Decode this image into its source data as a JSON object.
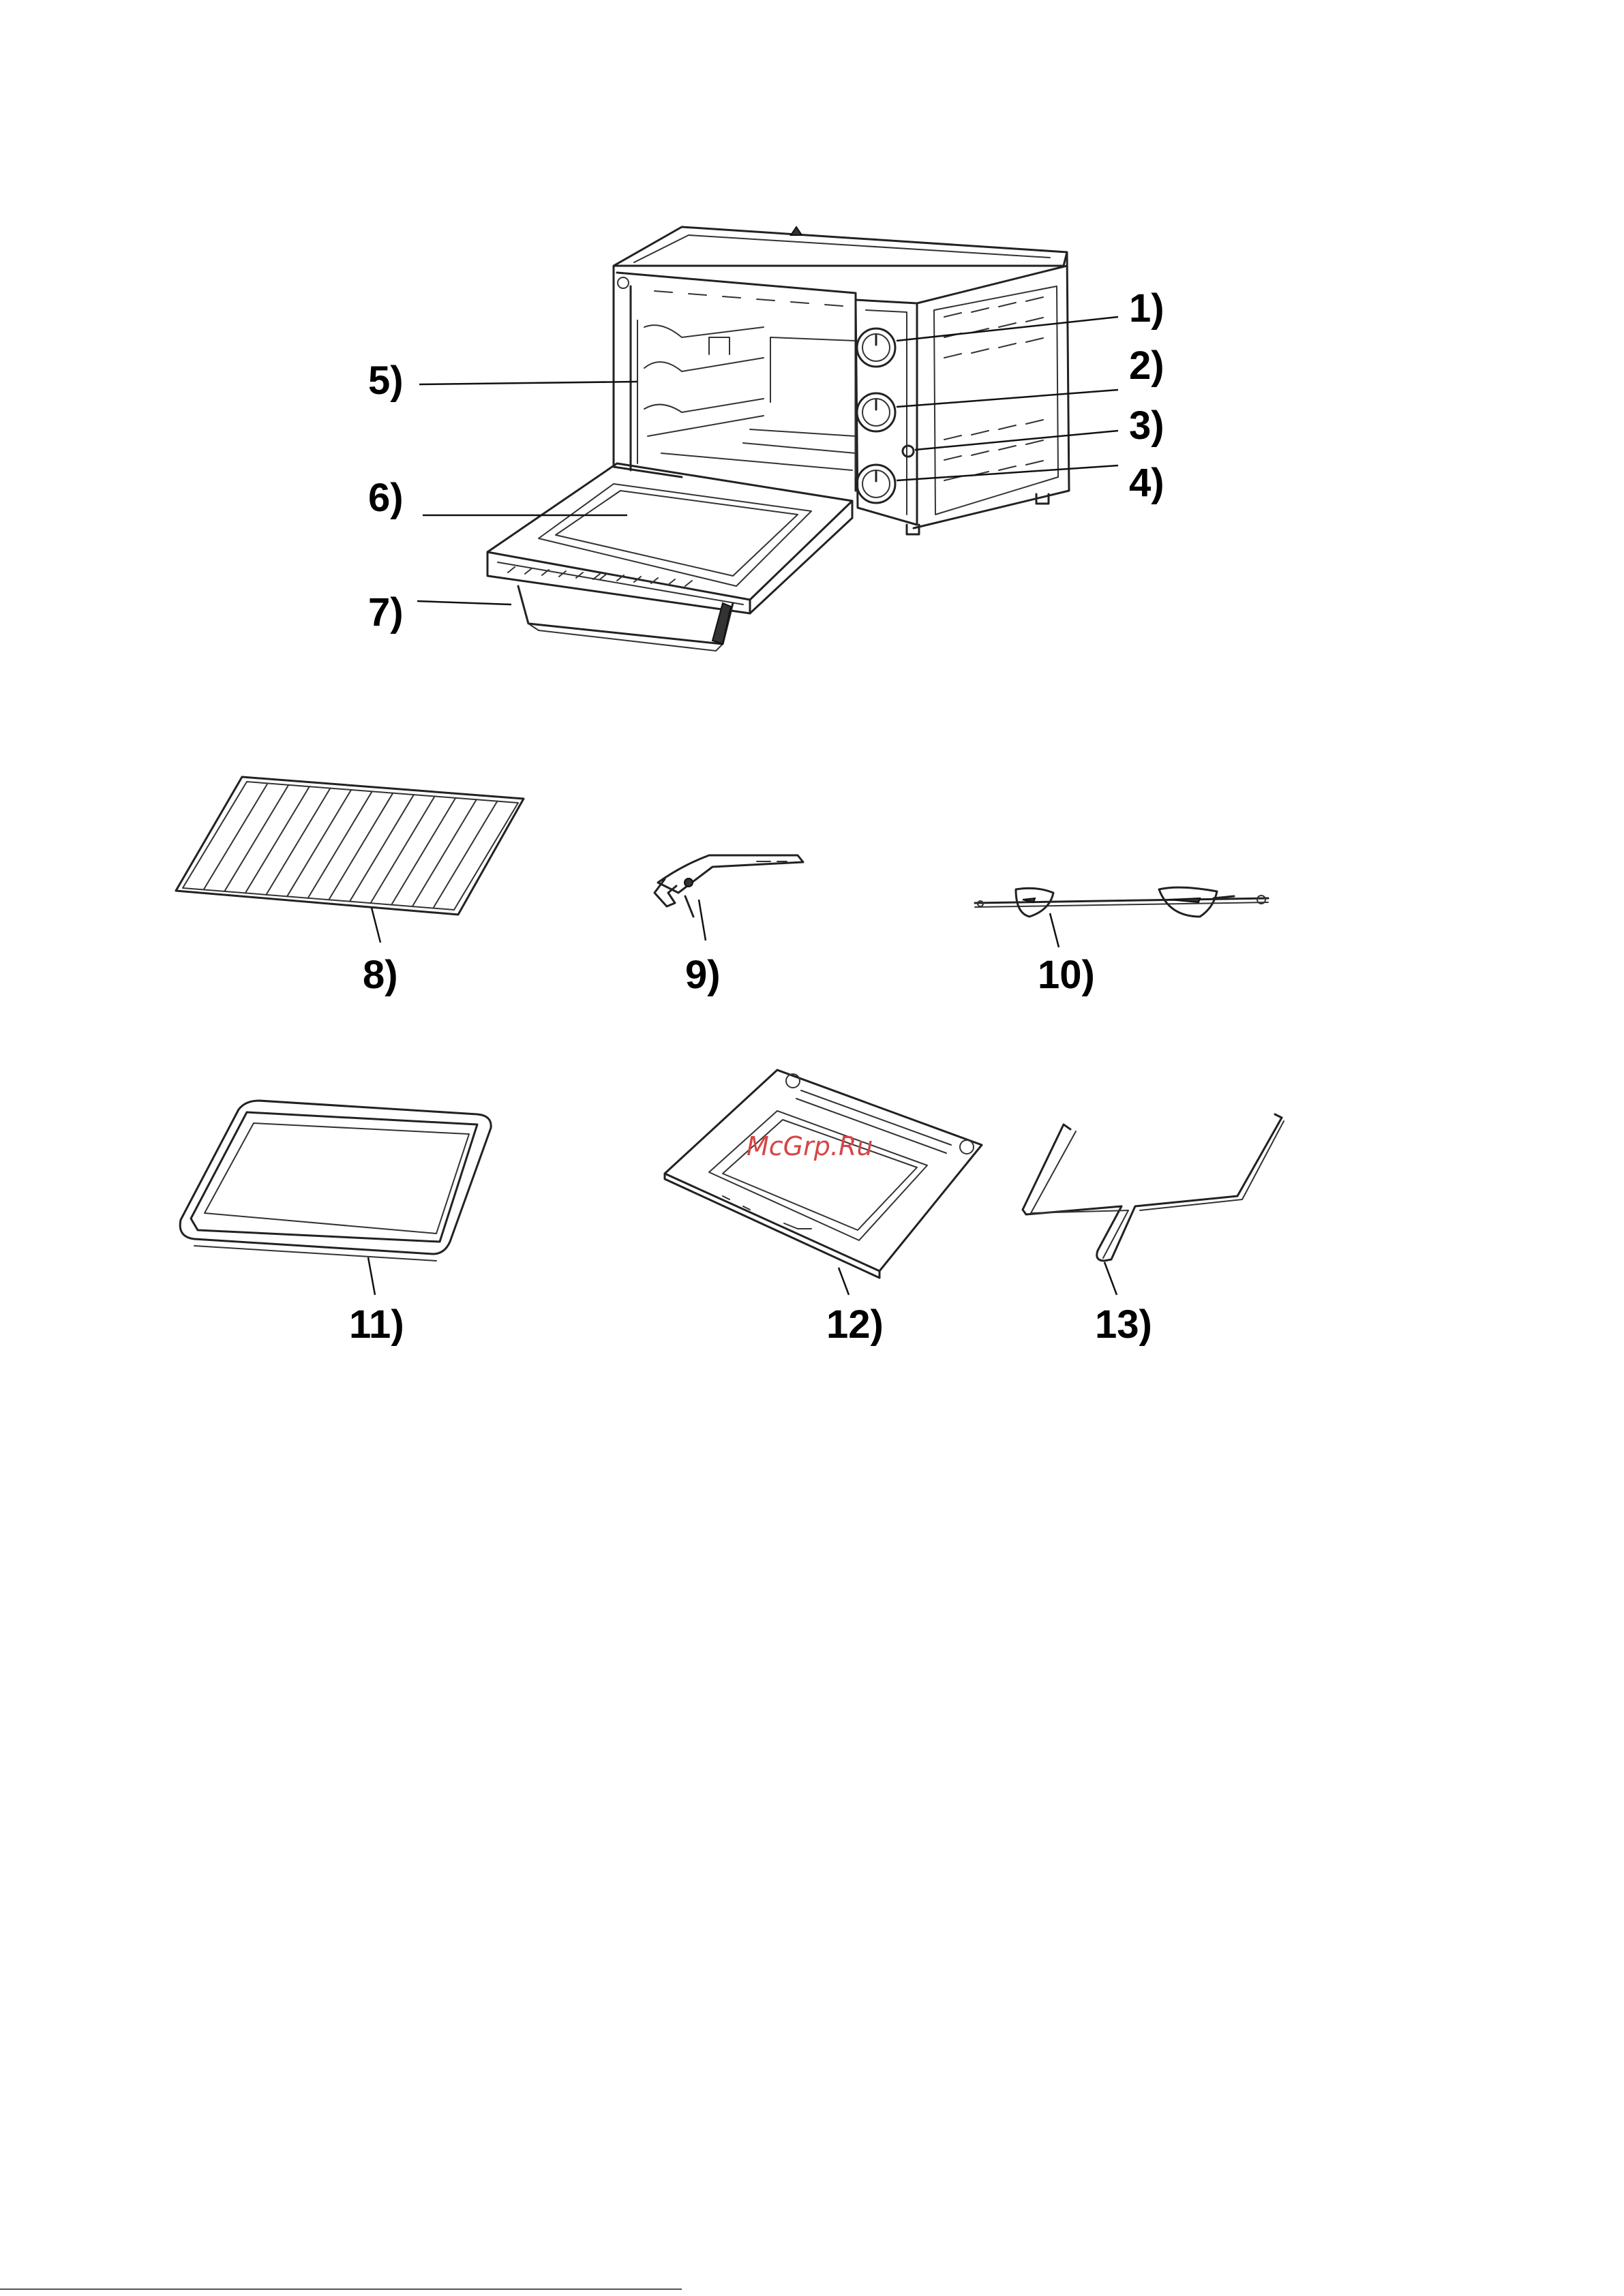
{
  "labels": {
    "l1": "1)",
    "l2": "2)",
    "l3": "3)",
    "l4": "4)",
    "l5": "5)",
    "l6": "6)",
    "l7": "7)",
    "l8": "8)",
    "l9": "9)",
    "l10": "10)",
    "l11": "11)",
    "l12": "12)",
    "l13": "13)"
  },
  "watermark": "McGrp.Ru"
}
